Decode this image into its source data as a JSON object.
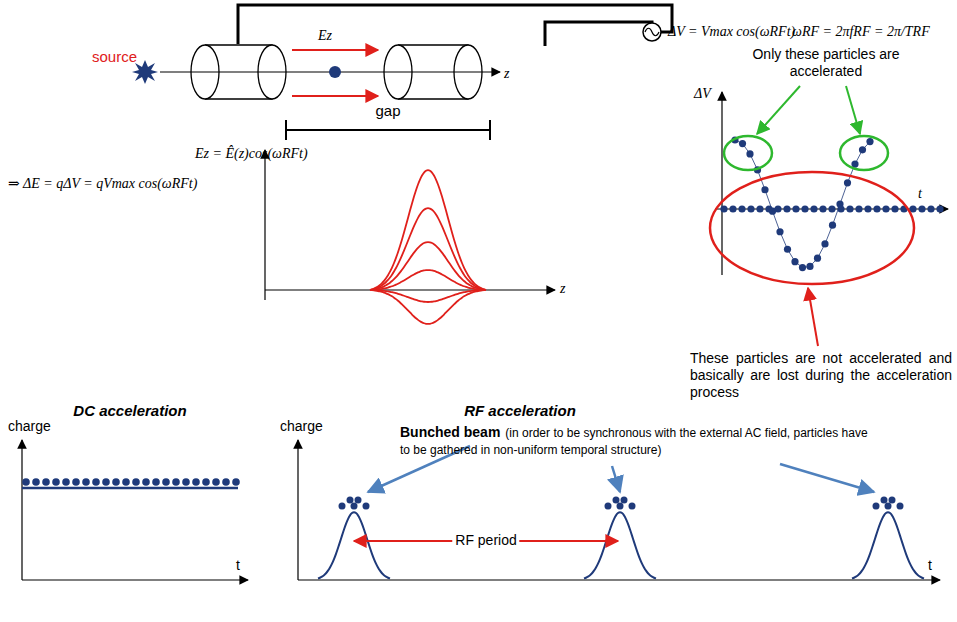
{
  "diagram": {
    "labels": [
      "ΔV = Vmax cos(ωRFt)",
      "ωRF = 2πfRF = 2π/TRF",
      "source",
      "Ez",
      "z",
      "Ez = Ê(z)cos(ωRFt)",
      "⇒ ΔE = qΔV = qVmax cos(ωRFt)",
      "gap",
      "z",
      "Only these particles are accelerated",
      "ΔV",
      "t",
      "These particles are not accelerated and basically are lost during the acceleration process",
      "DC acceleration",
      "RF acceleration",
      "charge",
      "t",
      "charge",
      "Bunched beam",
      "(in order to be synchronous with the external AC field, particles have to be gathered in non-uniform temporal structure)",
      "RF period",
      "t"
    ]
  }
}
